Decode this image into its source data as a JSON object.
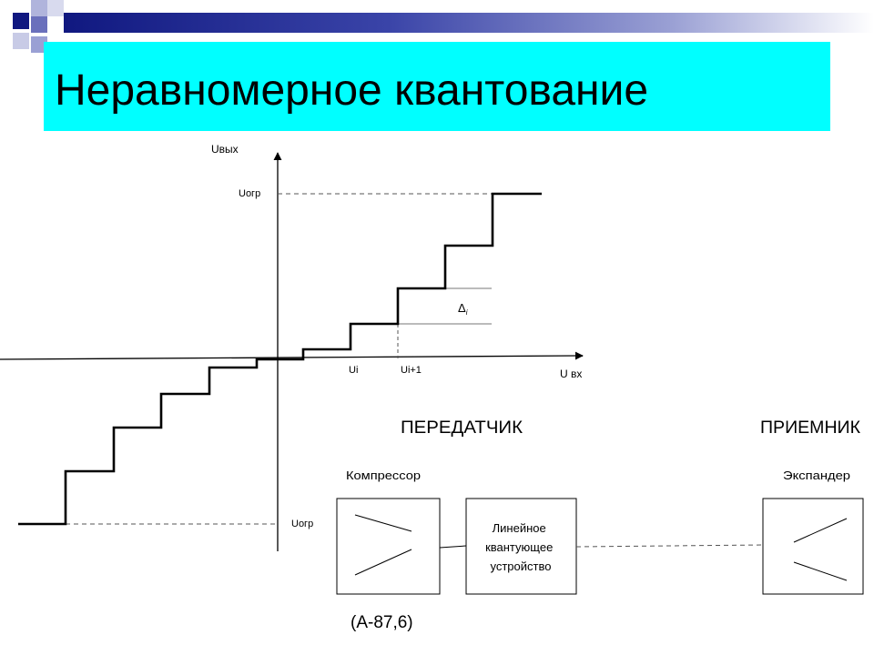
{
  "slide": {
    "title": "Неравномерное квантование",
    "colors": {
      "title_background": "#00ffff",
      "bar_dark": "#101880"
    }
  },
  "graph": {
    "y_axis_label": "Uвых",
    "x_axis_label": "U вх",
    "u_limit_top": "Uогр",
    "u_limit_bottom": "Uогр",
    "ui_label": "Ui",
    "ui1_label": "Ui+1",
    "delta_label": "Δ",
    "delta_subscript": "i"
  },
  "block_diagram": {
    "transmitter_heading": "ПЕРЕДАТЧИК",
    "receiver_heading": "ПРИЕМНИК",
    "compressor_label": "Компрессор",
    "expander_label": "Экспандер",
    "quantizer_lines": [
      "Линейное",
      "квантующее",
      "устройство"
    ]
  },
  "reference": "(А-87,6)"
}
